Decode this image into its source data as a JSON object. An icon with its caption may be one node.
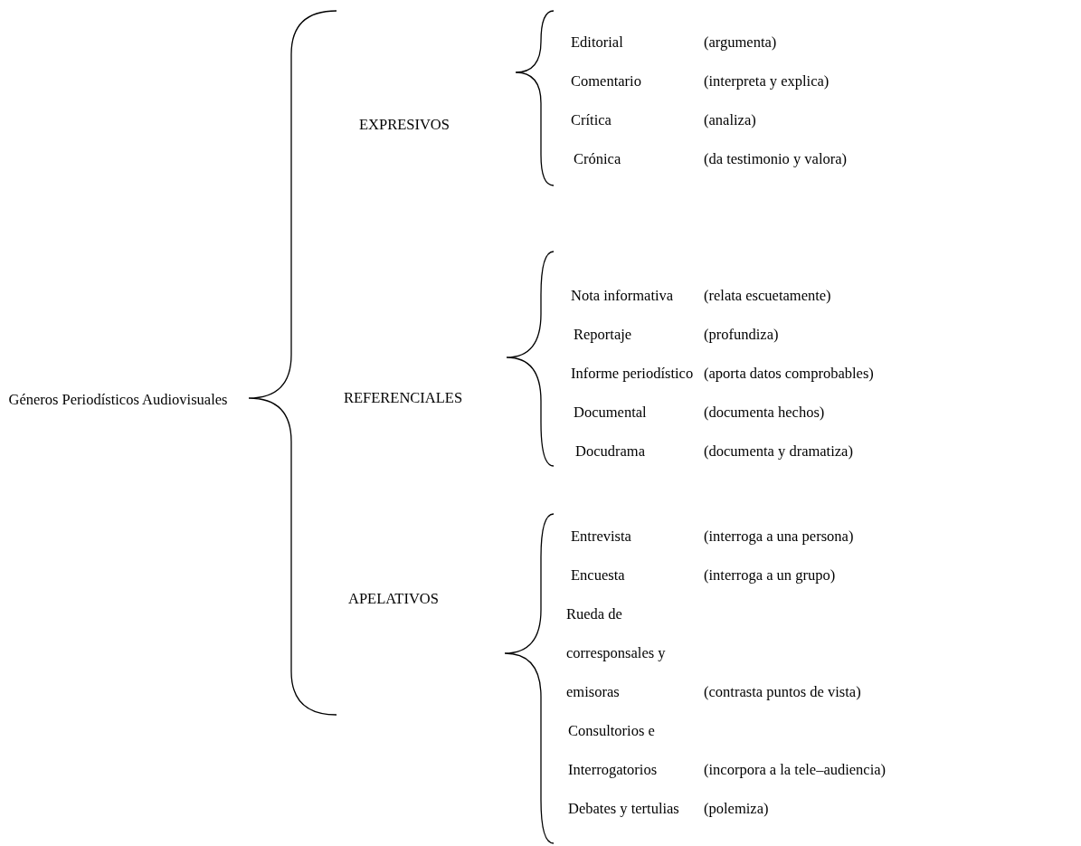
{
  "diagram": {
    "labels": [
      "Géneros Periodísticos Audiovisuales",
      "EXPRESIVOS",
      "Editorial",
      "(argumenta)",
      "Comentario",
      "(interpreta y explica)",
      "Crítica",
      "(analiza)",
      "Crónica",
      "(da testimonio y valora)",
      "REFERENCIALES",
      "Nota informativa",
      "(relata escuetamente)",
      "Reportaje",
      "(profundiza)",
      "Informe periodístico",
      "(aporta datos comprobables)",
      "Documental",
      "(documenta hechos)",
      "Docudrama",
      "(documenta y dramatiza)",
      "APELATIVOS",
      "Entrevista",
      "(interroga a una persona)",
      "Encuesta",
      "(interroga a un grupo)",
      "Rueda de corresponsales y emisoras",
      "(contrasta puntos de vista)",
      "Consultorios e Interrogatorios",
      "(incorpora a la tele–audiencia)",
      "Debates y tertulias",
      "(polemiza)"
    ]
  }
}
